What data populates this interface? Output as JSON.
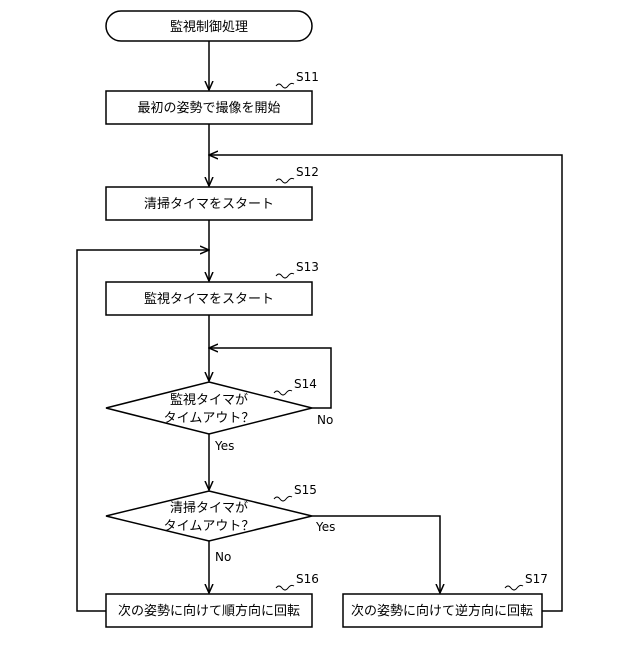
{
  "flowchart": {
    "start": {
      "label": "監視制御処理"
    },
    "steps": {
      "s11": {
        "id": "S11",
        "label": "最初の姿勢で撮像を開始"
      },
      "s12": {
        "id": "S12",
        "label": "清掃タイマをスタート"
      },
      "s13": {
        "id": "S13",
        "label": "監視タイマをスタート"
      },
      "s14": {
        "id": "S14",
        "line1": "監視タイマが",
        "line2": "タイムアウト？"
      },
      "s15": {
        "id": "S15",
        "line1": "清掃タイマが",
        "line2": "タイムアウト？"
      },
      "s16": {
        "id": "S16",
        "label": "次の姿勢に向けて順方向に回転"
      },
      "s17": {
        "id": "S17",
        "label": "次の姿勢に向けて逆方向に回転"
      }
    },
    "branches": {
      "s14_no": "No",
      "s14_yes": "Yes",
      "s15_yes": "Yes",
      "s15_no": "No"
    }
  }
}
